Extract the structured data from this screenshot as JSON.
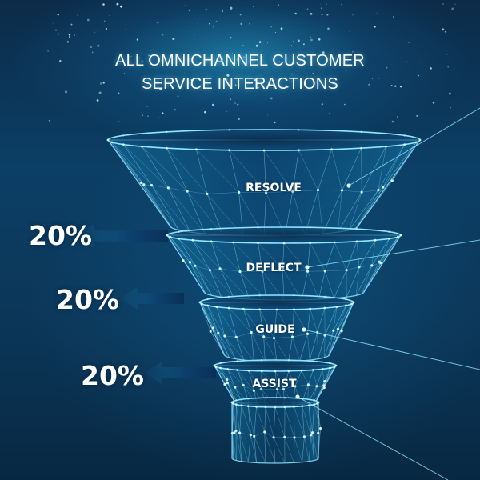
{
  "title": {
    "line1": "ALL OMNICHANNEL CUSTOMER",
    "line2": "SERVICE INTERACTIONS"
  },
  "stages": [
    {
      "label": "RESOLVE",
      "percent": ""
    },
    {
      "label": "DEFLECT",
      "percent": "20%"
    },
    {
      "label": "GUIDE",
      "percent": "20%"
    },
    {
      "label": "ASSIST",
      "percent": "20%"
    }
  ],
  "colors": {
    "background": "#0c3f66",
    "wire": "#8fe6ff",
    "arrow": "#0a2d55"
  }
}
